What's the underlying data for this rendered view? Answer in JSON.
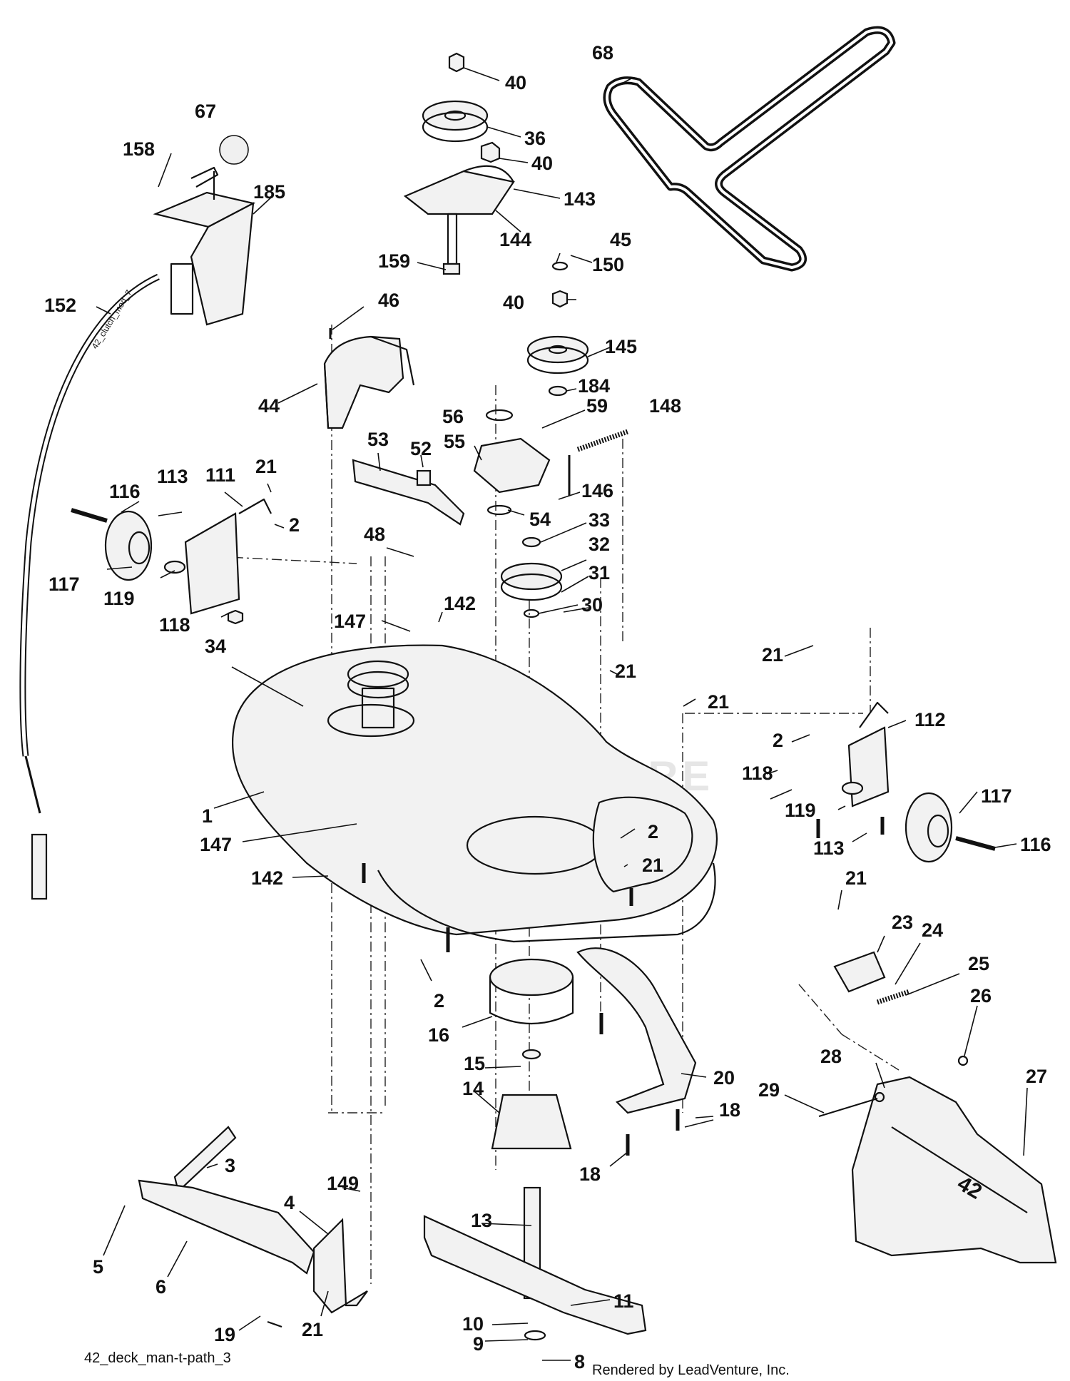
{
  "footer": {
    "diagram_id": "42_deck_man-t-path_3",
    "rendered_by": "Rendered by LeadVenture, Inc."
  },
  "watermark": "LEADVENTURE",
  "cable_tag": "42_clutch_mod_7",
  "cover_badge": "42",
  "callouts": [
    {
      "id": "c40a",
      "text": "40"
    },
    {
      "id": "c36",
      "text": "36"
    },
    {
      "id": "c40b",
      "text": "40"
    },
    {
      "id": "c143",
      "text": "143"
    },
    {
      "id": "c144",
      "text": "144"
    },
    {
      "id": "c159",
      "text": "159"
    },
    {
      "id": "c68",
      "text": "68"
    },
    {
      "id": "c67",
      "text": "67"
    },
    {
      "id": "c158",
      "text": "158"
    },
    {
      "id": "c185",
      "text": "185"
    },
    {
      "id": "c152",
      "text": "152"
    },
    {
      "id": "c45",
      "text": "45"
    },
    {
      "id": "c150",
      "text": "150"
    },
    {
      "id": "c40c",
      "text": "40"
    },
    {
      "id": "c145",
      "text": "145"
    },
    {
      "id": "c184",
      "text": "184"
    },
    {
      "id": "c46",
      "text": "46"
    },
    {
      "id": "c44",
      "text": "44"
    },
    {
      "id": "c56",
      "text": "56"
    },
    {
      "id": "c59",
      "text": "59"
    },
    {
      "id": "c148",
      "text": "148"
    },
    {
      "id": "c53",
      "text": "53"
    },
    {
      "id": "c52",
      "text": "52"
    },
    {
      "id": "c55",
      "text": "55"
    },
    {
      "id": "c146",
      "text": "146"
    },
    {
      "id": "c54",
      "text": "54"
    },
    {
      "id": "c33",
      "text": "33"
    },
    {
      "id": "c32",
      "text": "32"
    },
    {
      "id": "c31",
      "text": "31"
    },
    {
      "id": "c30",
      "text": "30"
    },
    {
      "id": "c21a",
      "text": "21"
    },
    {
      "id": "c113a",
      "text": "113"
    },
    {
      "id": "c111",
      "text": "111"
    },
    {
      "id": "c116a",
      "text": "116"
    },
    {
      "id": "c2a",
      "text": "2"
    },
    {
      "id": "c48",
      "text": "48"
    },
    {
      "id": "c117a",
      "text": "117"
    },
    {
      "id": "c119a",
      "text": "119"
    },
    {
      "id": "c118a",
      "text": "118"
    },
    {
      "id": "c147a",
      "text": "147"
    },
    {
      "id": "c142a",
      "text": "142"
    },
    {
      "id": "c34",
      "text": "34"
    },
    {
      "id": "c21b",
      "text": "21"
    },
    {
      "id": "c21c",
      "text": "21"
    },
    {
      "id": "c21d",
      "text": "21"
    },
    {
      "id": "c112",
      "text": "112"
    },
    {
      "id": "c2b",
      "text": "2"
    },
    {
      "id": "c118b",
      "text": "118"
    },
    {
      "id": "c119b",
      "text": "119"
    },
    {
      "id": "c117b",
      "text": "117"
    },
    {
      "id": "c113b",
      "text": "113"
    },
    {
      "id": "c116b",
      "text": "116"
    },
    {
      "id": "c1",
      "text": "1"
    },
    {
      "id": "c147b",
      "text": "147"
    },
    {
      "id": "c2c",
      "text": "2"
    },
    {
      "id": "c21e",
      "text": "21"
    },
    {
      "id": "c142b",
      "text": "142"
    },
    {
      "id": "c21f",
      "text": "21"
    },
    {
      "id": "c23",
      "text": "23"
    },
    {
      "id": "c24",
      "text": "24"
    },
    {
      "id": "c25",
      "text": "25"
    },
    {
      "id": "c26",
      "text": "26"
    },
    {
      "id": "c2d",
      "text": "2"
    },
    {
      "id": "c16",
      "text": "16"
    },
    {
      "id": "c15",
      "text": "15"
    },
    {
      "id": "c14",
      "text": "14"
    },
    {
      "id": "c20",
      "text": "20"
    },
    {
      "id": "c28",
      "text": "28"
    },
    {
      "id": "c27",
      "text": "27"
    },
    {
      "id": "c29",
      "text": "29"
    },
    {
      "id": "c18a",
      "text": "18"
    },
    {
      "id": "c18b",
      "text": "18"
    },
    {
      "id": "c3",
      "text": "3"
    },
    {
      "id": "c149",
      "text": "149"
    },
    {
      "id": "c4",
      "text": "4"
    },
    {
      "id": "c13",
      "text": "13"
    },
    {
      "id": "c5",
      "text": "5"
    },
    {
      "id": "c6",
      "text": "6"
    },
    {
      "id": "c11",
      "text": "11"
    },
    {
      "id": "c19",
      "text": "19"
    },
    {
      "id": "c21g",
      "text": "21"
    },
    {
      "id": "c10",
      "text": "10"
    },
    {
      "id": "c9",
      "text": "9"
    },
    {
      "id": "c8",
      "text": "8"
    }
  ]
}
